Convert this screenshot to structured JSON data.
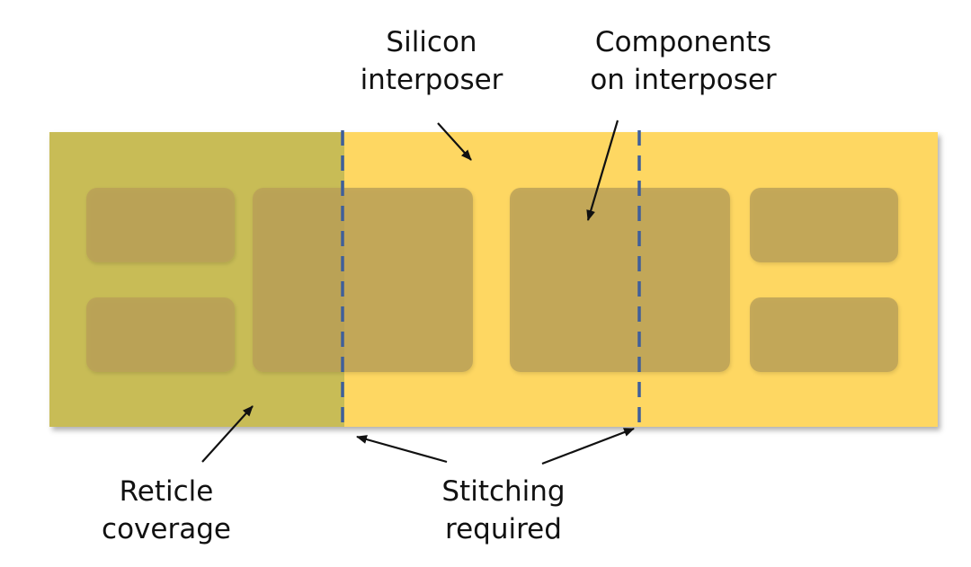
{
  "labels": {
    "silicon_interposer": [
      "Silicon",
      "interposer"
    ],
    "components_on_interposer": [
      "Components",
      "on interposer"
    ],
    "reticle_coverage": [
      "Reticle",
      "coverage"
    ],
    "stitching_required": [
      "Stitching",
      "required"
    ]
  },
  "colors": {
    "interposer": "#fed762",
    "reticle": "#c8bc56",
    "component": "#b9a058",
    "stitch_line": "#3f5f9a",
    "arrow": "#111111"
  }
}
